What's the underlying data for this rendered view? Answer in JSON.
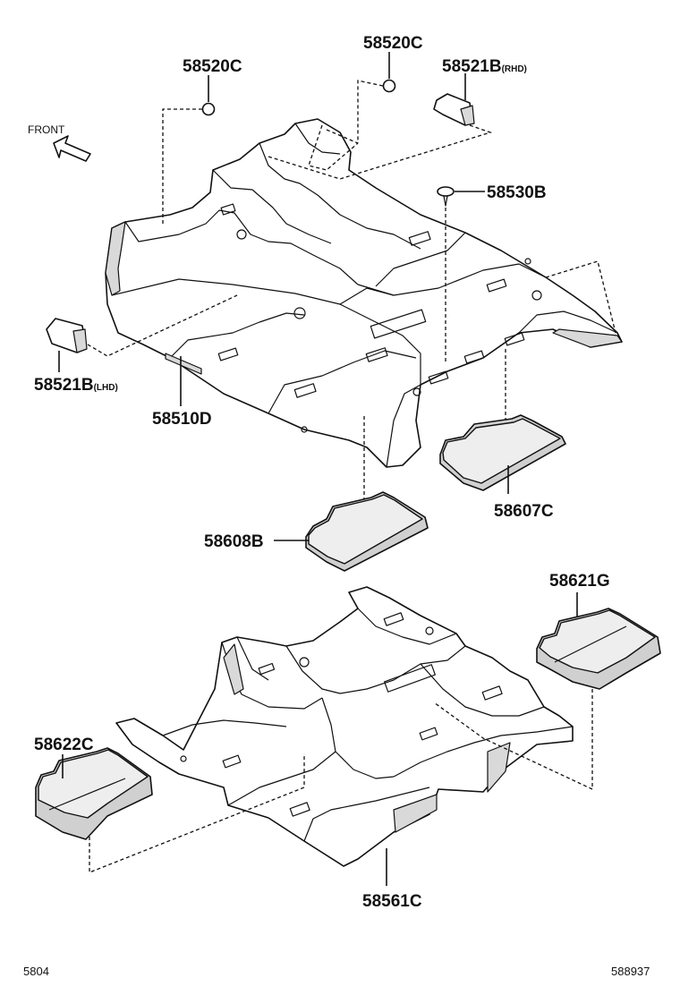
{
  "direction": {
    "front": "FRONT"
  },
  "labels": {
    "clip_left": "58520C",
    "clip_right": "58520C",
    "bracket_rhd_code": "58521B",
    "bracket_rhd_note": "(RHD)",
    "bracket_lhd_code": "58521B",
    "bracket_lhd_note": "(LHD)",
    "plug": "58530B",
    "front_carpet": "58510D",
    "rear_pad": "58607C",
    "front_pad": "58608B",
    "lower_carpet": "58561C",
    "right_pad": "58621G",
    "left_pad": "58622C"
  },
  "footer": {
    "page_code": "5804",
    "illustration_code": "588937"
  }
}
